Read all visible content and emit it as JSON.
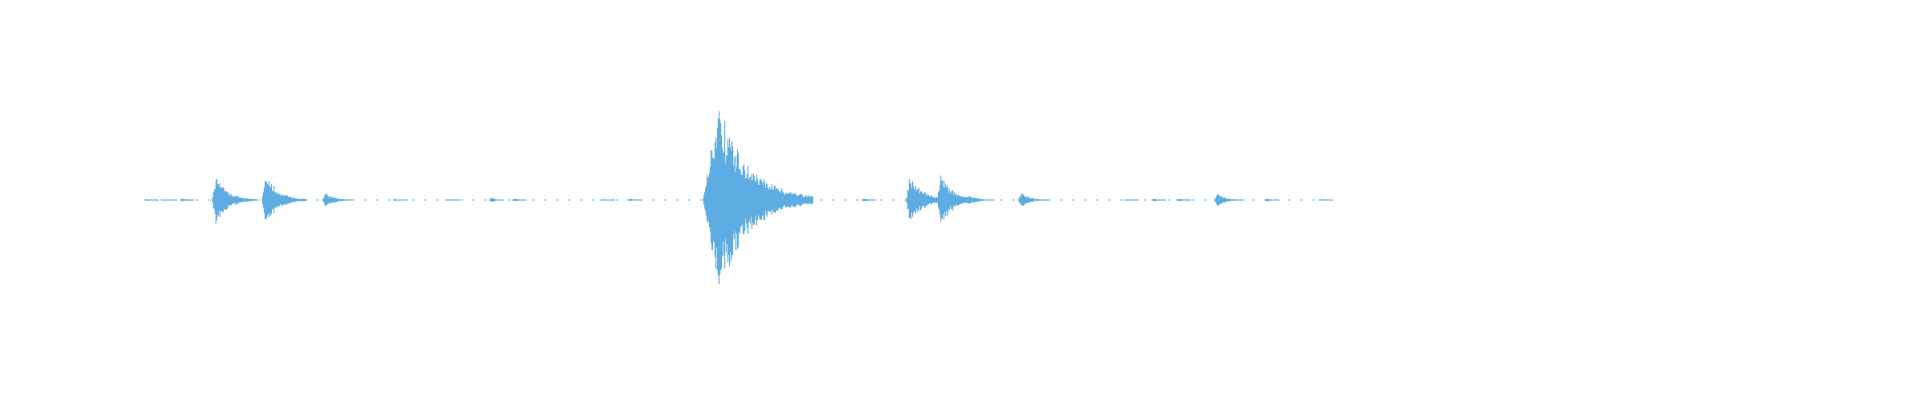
{
  "waveform": {
    "color": "#5dade2",
    "background": "#ffffff",
    "bursts": [
      {
        "t": 0.0765,
        "peak": 0.01
      },
      {
        "t": 0.086,
        "peak": 0.01
      },
      {
        "t": 0.095,
        "peak": 0.02
      },
      {
        "t": 0.1125,
        "peak": 0.25
      },
      {
        "t": 0.1385,
        "peak": 0.27
      },
      {
        "t": 0.1695,
        "peak": 0.08
      },
      {
        "t": 0.206,
        "peak": 0.01
      },
      {
        "t": 0.233,
        "peak": 0.01
      },
      {
        "t": 0.256,
        "peak": 0.03
      },
      {
        "t": 0.268,
        "peak": 0.02
      },
      {
        "t": 0.314,
        "peak": 0.01
      },
      {
        "t": 0.328,
        "peak": 0.02
      },
      {
        "t": 0.3735,
        "peak": 1.0
      },
      {
        "t": 0.45,
        "peak": 0.02
      },
      {
        "t": 0.474,
        "peak": 0.27
      },
      {
        "t": 0.49,
        "peak": 0.27
      },
      {
        "t": 0.504,
        "peak": 0.06
      },
      {
        "t": 0.532,
        "peak": 0.08
      },
      {
        "t": 0.587,
        "peak": 0.01
      },
      {
        "t": 0.601,
        "peak": 0.02
      },
      {
        "t": 0.614,
        "peak": 0.02
      },
      {
        "t": 0.634,
        "peak": 0.07
      },
      {
        "t": 0.66,
        "peak": 0.02
      },
      {
        "t": 0.688,
        "peak": 0.01
      }
    ]
  }
}
